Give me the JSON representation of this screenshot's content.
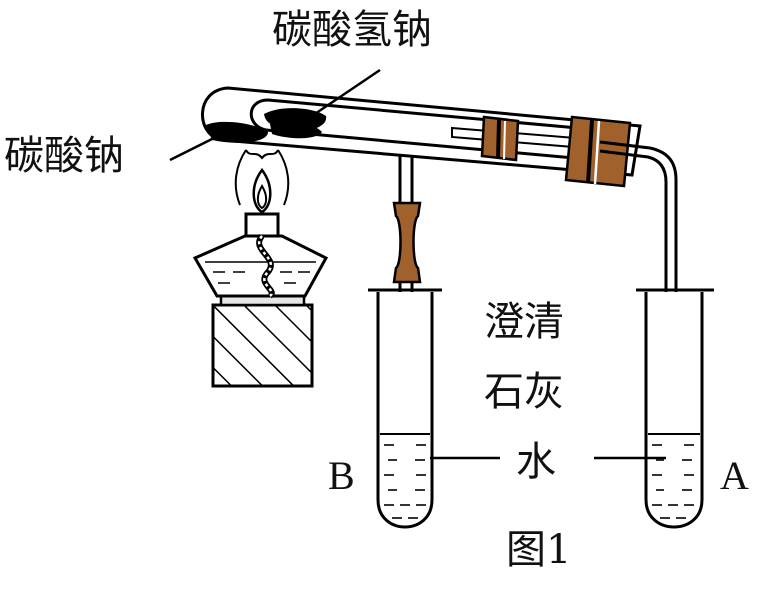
{
  "labels": {
    "sodium_bicarbonate": "碳酸氢钠",
    "sodium_carbonate": "碳酸钠",
    "limewater_line1": "澄清",
    "limewater_line2": "石灰",
    "limewater_line3": "水",
    "tube_b": "B",
    "tube_a": "A",
    "figure_caption": "图1"
  },
  "colors": {
    "rubber_stopper": "#a0612c",
    "line": "#000000",
    "liquid_dash": "#000000",
    "background": "#ffffff"
  }
}
